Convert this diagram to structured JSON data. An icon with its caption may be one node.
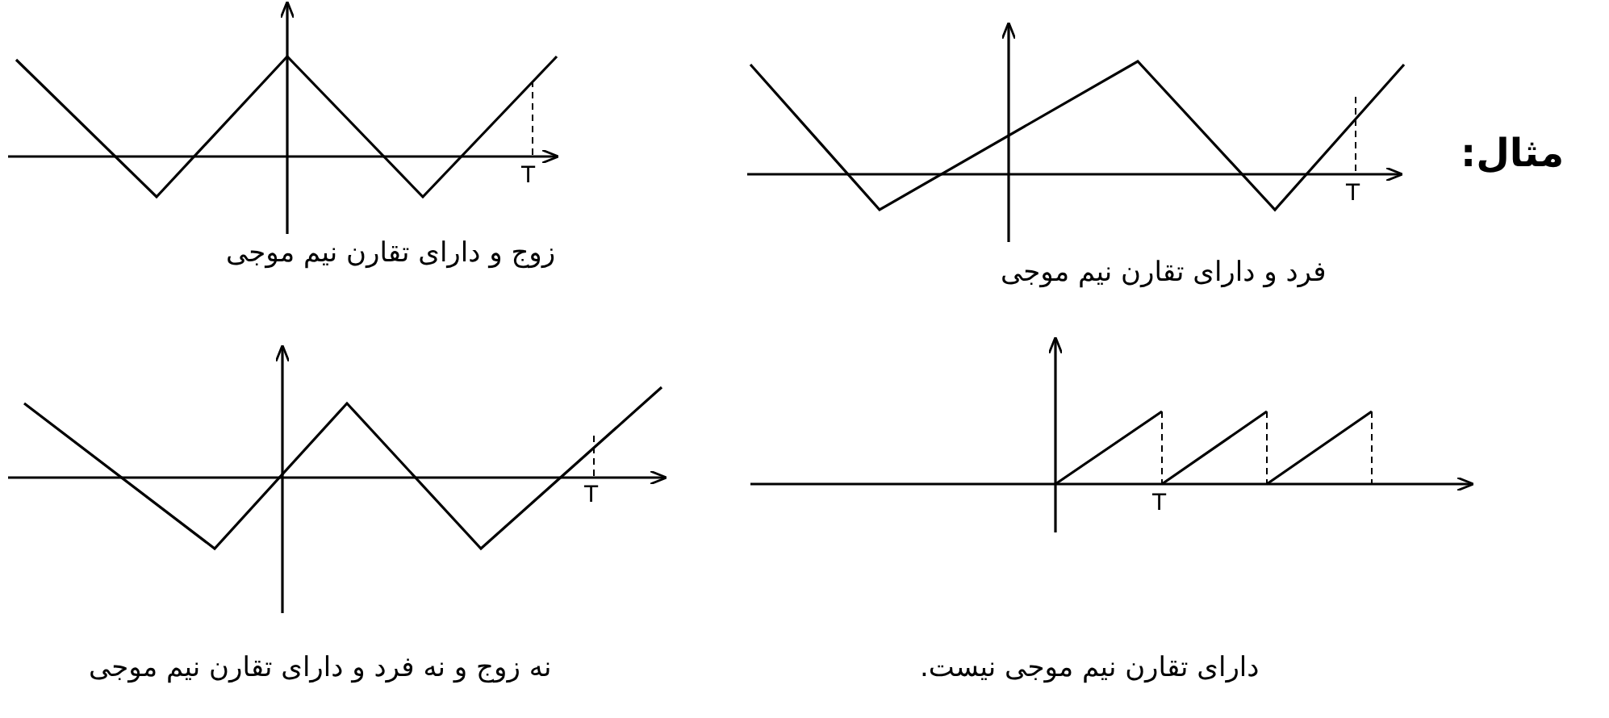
{
  "diagram": {
    "labels": [
      "مثال:",
      "T",
      "فرد و دارای تقارن نیم موجی",
      "T",
      "زوج و دارای تقارن نیم موجی",
      "T",
      "دارای تقارن نیم موجی نیست.",
      "T",
      "نه زوج و نه فرد و دارای تقارن نیم موجی"
    ]
  }
}
